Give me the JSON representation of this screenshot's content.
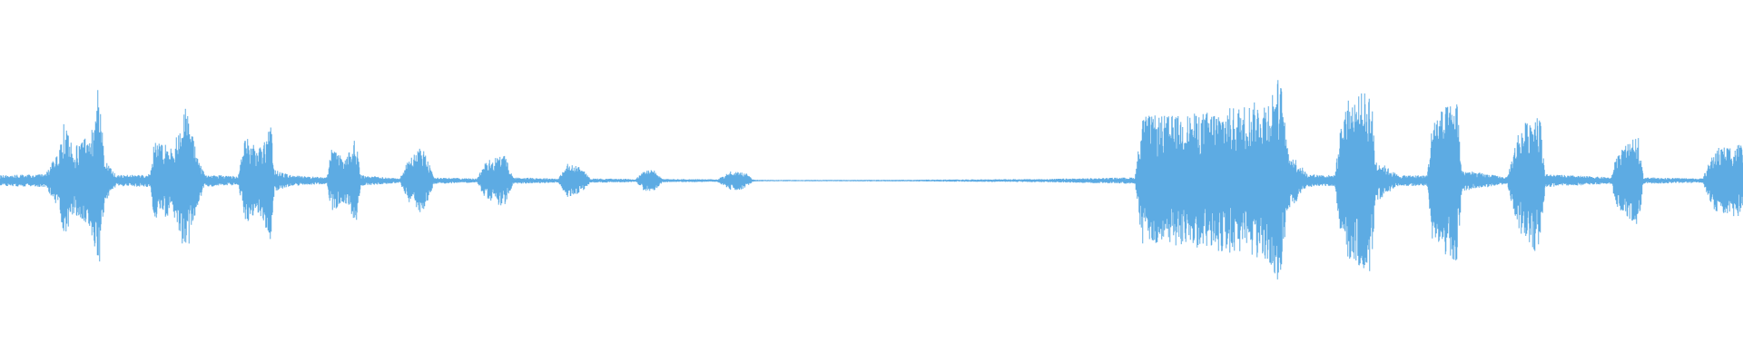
{
  "waveform": {
    "color": "#5dabe3",
    "envelope": [
      [
        0,
        0.05
      ],
      [
        50,
        0.06
      ],
      [
        66,
        0.3
      ],
      [
        70,
        0.55
      ],
      [
        80,
        0.3
      ],
      [
        100,
        0.45
      ],
      [
        108,
        0.92
      ],
      [
        115,
        0.2
      ],
      [
        128,
        0.05
      ],
      [
        165,
        0.06
      ],
      [
        170,
        0.38
      ],
      [
        190,
        0.3
      ],
      [
        205,
        0.7
      ],
      [
        215,
        0.3
      ],
      [
        225,
        0.06
      ],
      [
        262,
        0.04
      ],
      [
        270,
        0.4
      ],
      [
        285,
        0.3
      ],
      [
        298,
        0.55
      ],
      [
        302,
        0.1
      ],
      [
        320,
        0.05
      ],
      [
        360,
        0.03
      ],
      [
        365,
        0.3
      ],
      [
        380,
        0.2
      ],
      [
        392,
        0.4
      ],
      [
        397,
        0.05
      ],
      [
        440,
        0.02
      ],
      [
        450,
        0.2
      ],
      [
        465,
        0.32
      ],
      [
        478,
        0.03
      ],
      [
        525,
        0.02
      ],
      [
        535,
        0.18
      ],
      [
        555,
        0.25
      ],
      [
        565,
        0.03
      ],
      [
        615,
        0.02
      ],
      [
        625,
        0.16
      ],
      [
        640,
        0.12
      ],
      [
        650,
        0.02
      ],
      [
        700,
        0.015
      ],
      [
        710,
        0.1
      ],
      [
        720,
        0.1
      ],
      [
        730,
        0.015
      ],
      [
        790,
        0.012
      ],
      [
        805,
        0.09
      ],
      [
        820,
        0.08
      ],
      [
        830,
        0.008
      ],
      [
        860,
        0.006
      ],
      [
        1000,
        0.008
      ],
      [
        1150,
        0.015
      ],
      [
        1250,
        0.03
      ],
      [
        1258,
        0.6
      ],
      [
        1300,
        0.6
      ],
      [
        1350,
        0.66
      ],
      [
        1395,
        0.75
      ],
      [
        1410,
        0.98
      ],
      [
        1418,
        0.3
      ],
      [
        1440,
        0.06
      ],
      [
        1470,
        0.05
      ],
      [
        1480,
        0.72
      ],
      [
        1510,
        0.85
      ],
      [
        1515,
        0.2
      ],
      [
        1540,
        0.05
      ],
      [
        1572,
        0.05
      ],
      [
        1578,
        0.6
      ],
      [
        1605,
        0.75
      ],
      [
        1610,
        0.1
      ],
      [
        1660,
        0.03
      ],
      [
        1672,
        0.45
      ],
      [
        1695,
        0.7
      ],
      [
        1702,
        0.06
      ],
      [
        1775,
        0.03
      ],
      [
        1780,
        0.25
      ],
      [
        1805,
        0.42
      ],
      [
        1810,
        0.03
      ],
      [
        1875,
        0.02
      ],
      [
        1880,
        0.12
      ],
      [
        1890,
        0.3
      ],
      [
        1920,
        0.35
      ]
    ]
  }
}
